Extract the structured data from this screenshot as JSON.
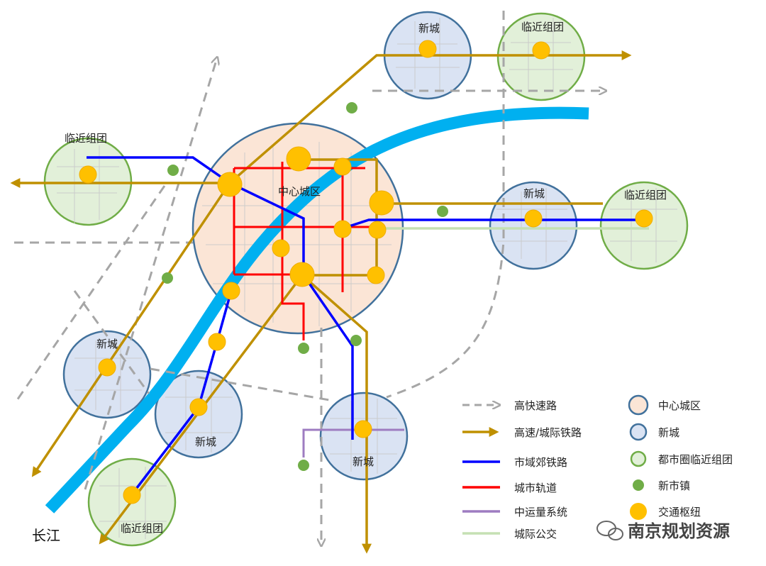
{
  "labels": {
    "center": "中心城区",
    "new_city": "新城",
    "near_group": "临近组团",
    "river": "长江"
  },
  "legend": [
    {
      "key": "expressway",
      "label": "高快速路",
      "kind": "dash",
      "color": "#a6a6a6"
    },
    {
      "key": "hsr",
      "label": "高速/城际铁路",
      "kind": "arrow",
      "color": "#bf9000"
    },
    {
      "key": "suburban",
      "label": "市域郊铁路",
      "kind": "line",
      "color": "#0000ff"
    },
    {
      "key": "metro",
      "label": "城市轨道",
      "kind": "line",
      "color": "#ff0000"
    },
    {
      "key": "medium",
      "label": "中运量系统",
      "kind": "line",
      "color": "#9e7cc1"
    },
    {
      "key": "bus",
      "label": "城际公交",
      "kind": "line",
      "color": "#c5e0b4"
    },
    {
      "key": "center_area",
      "label": "中心城区",
      "kind": "circle",
      "fill": "#fbe5d6",
      "stroke": "#41719c"
    },
    {
      "key": "newcity_area",
      "label": "新城",
      "kind": "circle",
      "fill": "#dae3f3",
      "stroke": "#41719c"
    },
    {
      "key": "group_area",
      "label": "都市圈临近组团",
      "kind": "circle",
      "fill": "#e2f0d9",
      "stroke": "#70ad47"
    },
    {
      "key": "town",
      "label": "新市镇",
      "kind": "dot",
      "fill": "#70ad47"
    },
    {
      "key": "hub",
      "label": "交通枢纽",
      "kind": "dot",
      "fill": "#ffc000"
    }
  ],
  "watermark": "南京规划资源"
}
